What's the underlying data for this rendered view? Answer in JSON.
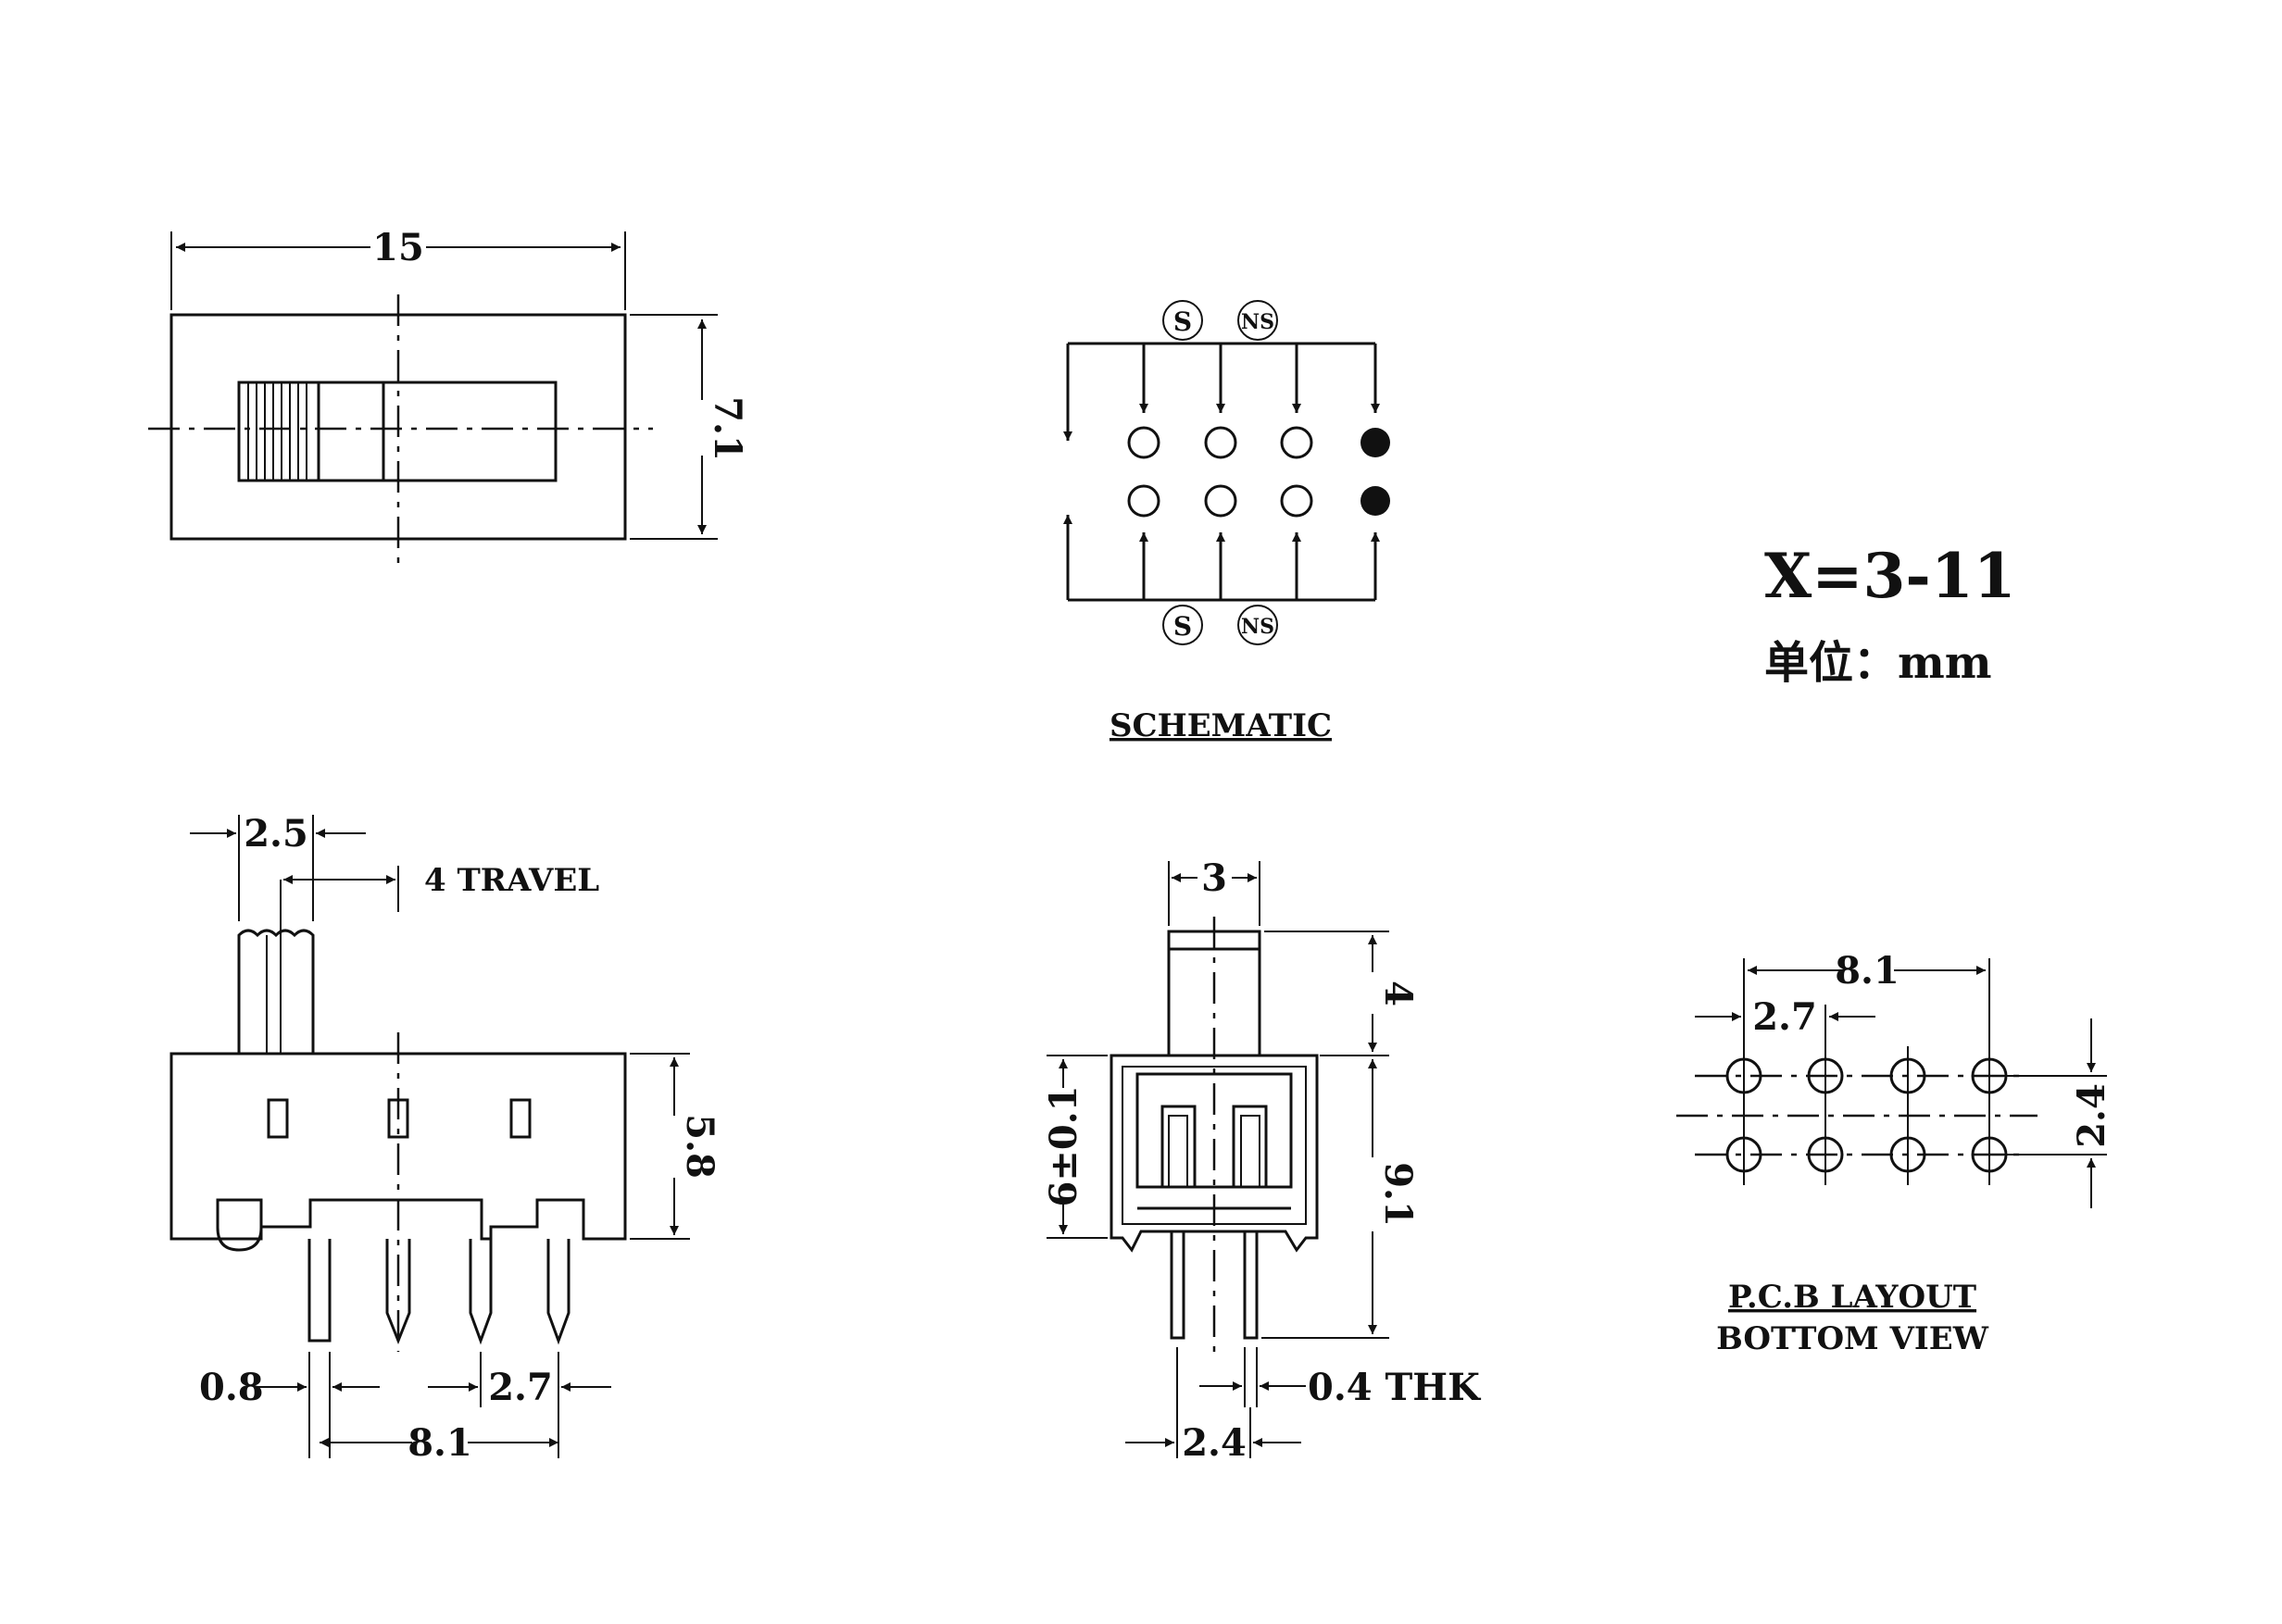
{
  "views": {
    "top_view": {
      "width_label": "15",
      "height_label": "7.1"
    },
    "schematic": {
      "title": "SCHEMATIC",
      "marks": [
        "S",
        "NS"
      ]
    },
    "notes": {
      "model": "X=3-11",
      "unit": "单位：mm"
    },
    "side_view": {
      "knob_width": "2.5",
      "travel": "4 TRAVEL",
      "body_height": "5.8",
      "pin_width": "0.8",
      "pin_pitch": "2.7",
      "pin_span": "8.1"
    },
    "end_view": {
      "knob_width": "3",
      "knob_height": "4",
      "body_height": "6±0.1",
      "total_height": "9.1",
      "pin_thickness": "0.4 THK",
      "pin_spacing": "2.4"
    },
    "pcb_layout": {
      "span": "8.1",
      "pitch": "2.7",
      "row_spacing": "2.4",
      "title_line1": "P.C.B LAYOUT",
      "title_line2": "BOTTOM VIEW"
    }
  },
  "colors": {
    "ink": "#111111",
    "paper": "#ffffff"
  }
}
